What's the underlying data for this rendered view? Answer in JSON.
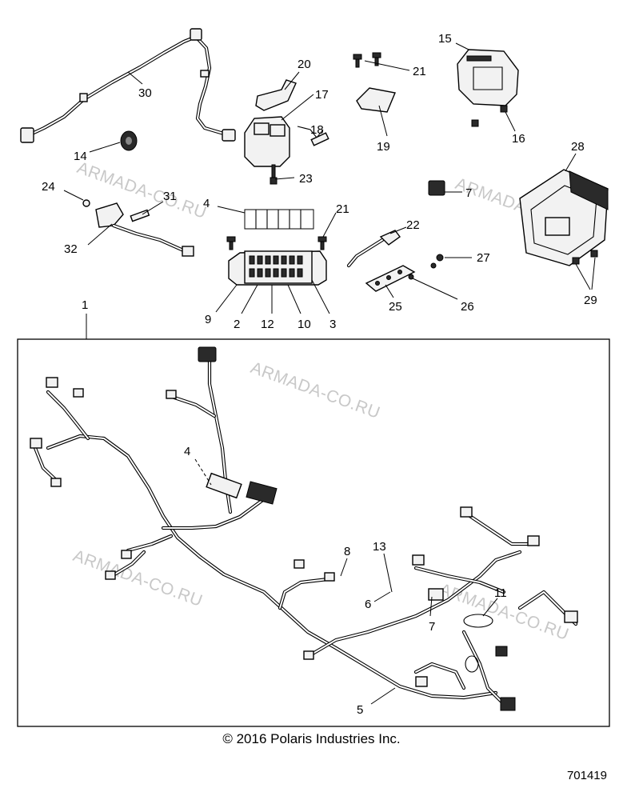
{
  "callouts": {
    "c30": "30",
    "c20": "20",
    "c21a": "21",
    "c15": "15",
    "c17": "17",
    "c18": "18",
    "c14": "14",
    "c19": "19",
    "c16": "16",
    "c28": "28",
    "c23": "23",
    "c24": "24",
    "c31": "31",
    "c4a": "4",
    "c21b": "21",
    "c7a": "7",
    "c22": "22",
    "c32": "32",
    "c27": "27",
    "c9": "9",
    "c2": "2",
    "c12": "12",
    "c10": "10",
    "c3": "3",
    "c25": "25",
    "c26": "26",
    "c29": "29",
    "c1": "1",
    "c4b": "4",
    "c8": "8",
    "c13": "13",
    "c6": "6",
    "c7b": "7",
    "c11": "11",
    "c5": "5"
  },
  "watermark": "ARMADA-CO.RU",
  "copyright": "© 2016 Polaris Industries Inc.",
  "drawing_number": "701419"
}
